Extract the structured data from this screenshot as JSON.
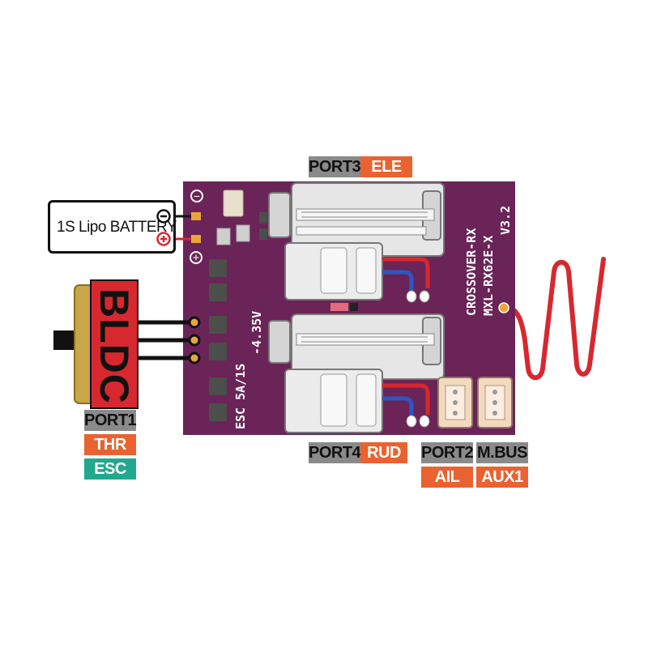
{
  "battery": {
    "label": "1S Lipo BATTERY"
  },
  "board": {
    "name_line1": "CROSSOVER-RX",
    "name_line2": "MXL-RX62E-X",
    "version": "V3.2",
    "esc_line1": "ESC 5A/1S",
    "esc_line2": "-4.35V",
    "minus_symbol": "−",
    "plus_symbol": "+"
  },
  "switch": {
    "label": "BLDC"
  },
  "ports": {
    "port3": {
      "port": "PORT3",
      "func": "ELE"
    },
    "port1": {
      "port": "PORT1",
      "func": "THR",
      "sub": "ESC"
    },
    "port4": {
      "port": "PORT4",
      "func": "RUD"
    },
    "port2": {
      "port": "PORT2",
      "func": "AIL"
    },
    "mbus": {
      "port": "M.BUS",
      "func": "AUX1"
    }
  },
  "colors": {
    "pcb": "#6b2457",
    "label_gray": "#8a8a8a",
    "label_orange": "#e9622f",
    "label_teal": "#21a98e",
    "antenna_red": "#d7282f",
    "servo_body": "#e6e6e6",
    "switch_red": "#d7282f",
    "switch_gold": "#c9a64a"
  }
}
